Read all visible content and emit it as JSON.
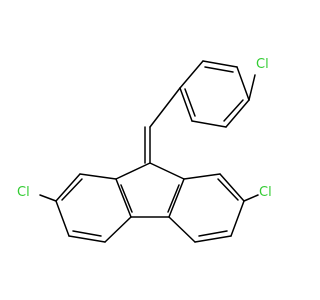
{
  "colors": {
    "bond": "#000000",
    "chlorine": "#33cc33",
    "background": "#ffffff"
  },
  "atoms": {
    "cl_top": "Cl",
    "cl_left": "Cl",
    "cl_right": "Cl"
  }
}
